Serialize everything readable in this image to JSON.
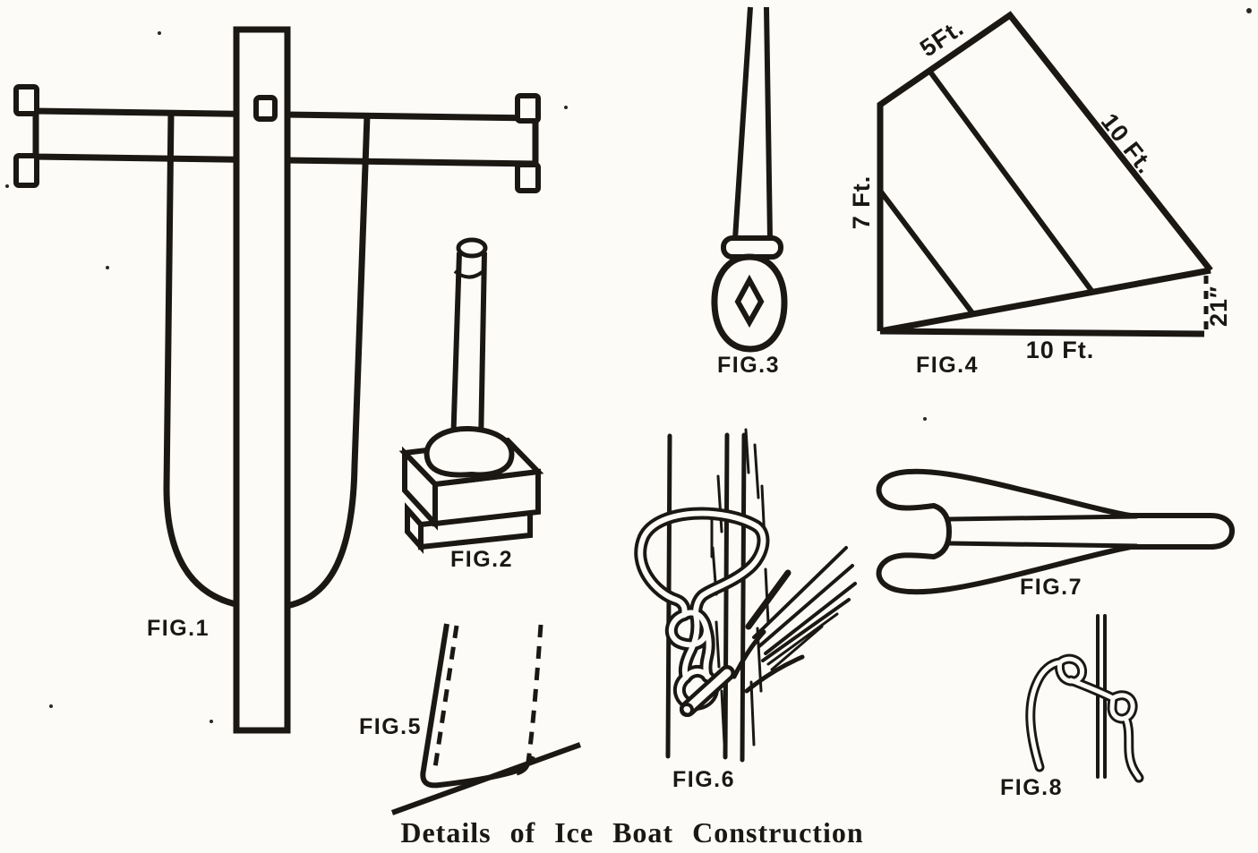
{
  "page": {
    "caption": "Details of Ice Boat Construction"
  },
  "palette": {
    "paper": "#fcfbf8",
    "ink": "#1b1814"
  },
  "figures": [
    {
      "label": "FIG.1"
    },
    {
      "label": "FIG.2"
    },
    {
      "label": "FIG.3"
    },
    {
      "label": "FIG.4"
    },
    {
      "label": "FIG.5"
    },
    {
      "label": "FIG.6"
    },
    {
      "label": "FIG.7"
    },
    {
      "label": "FIG.8"
    }
  ],
  "fig4_dimensions": {
    "head": "5Ft.",
    "leech": "10 Ft.",
    "luff": "7 Ft.",
    "foot": "10 Ft.",
    "boom_rise": "21″"
  }
}
